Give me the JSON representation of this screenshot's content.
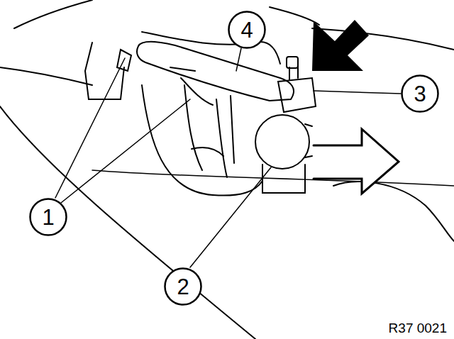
{
  "diagram": {
    "nodes": [
      {
        "text": [
          "4"
        ]
      },
      {
        "text": [
          "3"
        ]
      },
      {
        "text": [
          "1"
        ]
      },
      {
        "text": [
          "2"
        ]
      }
    ],
    "labels": [
      "R37 0021"
    ]
  }
}
